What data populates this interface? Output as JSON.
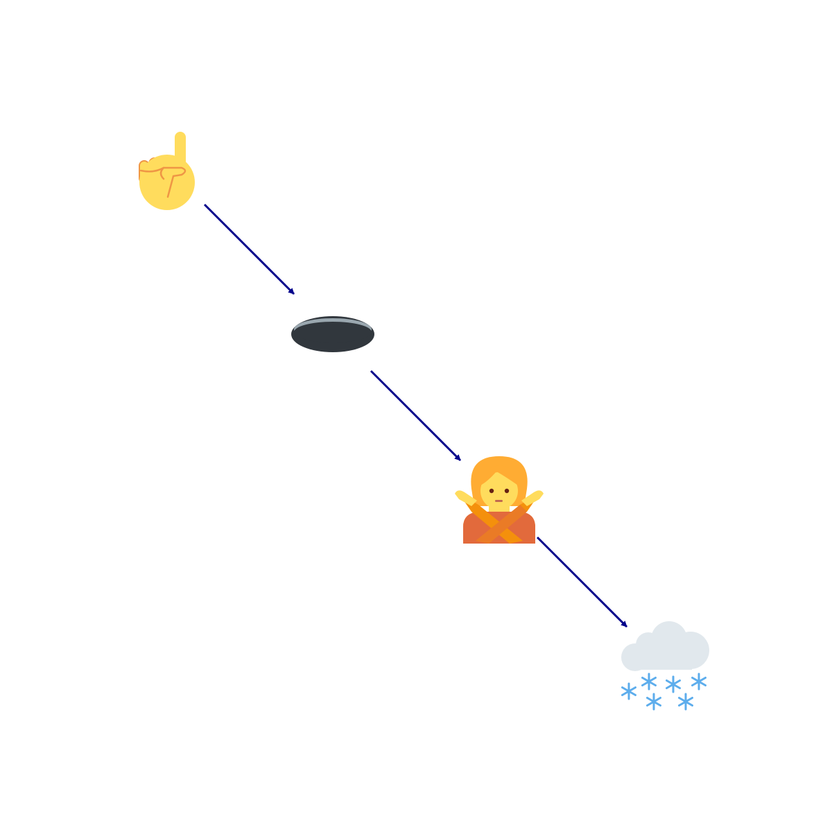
{
  "diagram": {
    "nodes": [
      {
        "id": "pointing-up",
        "icon": "index-pointing-up-icon"
      },
      {
        "id": "hole",
        "icon": "hole-icon"
      },
      {
        "id": "no-gesture",
        "icon": "person-gesturing-no-icon"
      },
      {
        "id": "snow",
        "icon": "cloud-with-snow-icon"
      }
    ],
    "edges": [
      {
        "from": "pointing-up",
        "to": "hole"
      },
      {
        "from": "hole",
        "to": "no-gesture"
      },
      {
        "from": "no-gesture",
        "to": "snow"
      }
    ],
    "arrow_color": "#00008b"
  }
}
